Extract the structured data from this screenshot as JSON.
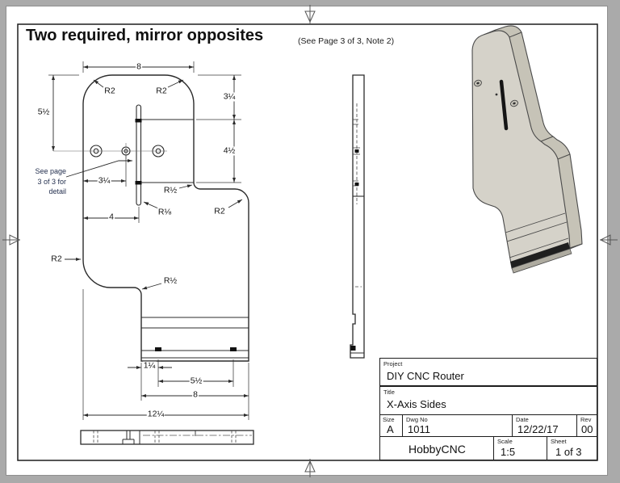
{
  "header": {
    "title": "Two required, mirror opposites",
    "note": "(See Page 3 of 3, Note 2)"
  },
  "detail_note": {
    "line1": "See page",
    "line2": "3 of 3 for",
    "line3": "detail"
  },
  "dims": {
    "top_width": "8",
    "left_height": "5½",
    "right_top": "3¼",
    "right_mid": "4½",
    "hole_offset": "3¼",
    "upper_width": "4",
    "foot_inset": "1¼",
    "foot_hole_span": "5½",
    "foot_width": "8",
    "overall_width": "12¼"
  },
  "radii": {
    "r2": "R2",
    "r_half": "R½",
    "r_eighth": "R⅛"
  },
  "colors": {
    "iso_face": "#d5d2c9",
    "iso_side": "#c6c3b7",
    "line": "#2b2b2b"
  },
  "title_block": {
    "project_label": "Project",
    "project": "DIY CNC Router",
    "title_label": "Title",
    "title": "X-Axis Sides",
    "size_label": "Size",
    "size": "A",
    "dwg_label": "Dwg No",
    "dwg_no": "1011",
    "date_label": "Date",
    "date": "12/22/17",
    "rev_label": "Rev",
    "rev": "00",
    "company": "HobbyCNC",
    "scale_label": "Scale",
    "scale": "1:5",
    "sheet_label": "Sheet",
    "sheet": "1 of 3"
  }
}
